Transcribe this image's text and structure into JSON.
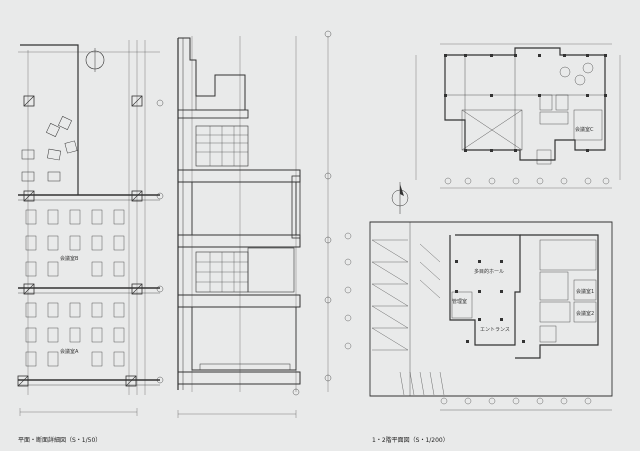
{
  "sheet": {
    "background": "#e9eaea",
    "ink": "#2a2a2a",
    "captions": {
      "left_title": "平面・断面詳細図（S・1/50）",
      "right_title": "1・2階平面図（S・1/200）"
    },
    "left_plan_labels": {
      "room_b": "会議室B",
      "room_a": "会議室A"
    },
    "upper_plan_labels": {
      "room_1": "会議室C"
    },
    "lower_plan_labels": {
      "hall": "多目的ホール",
      "office": "管理室",
      "entrance": "エントランス",
      "room_1": "会議室1",
      "room_2": "会議室2"
    },
    "north_arrow_icons": [
      "north-arrow-icon",
      "north-arrow-icon"
    ]
  }
}
